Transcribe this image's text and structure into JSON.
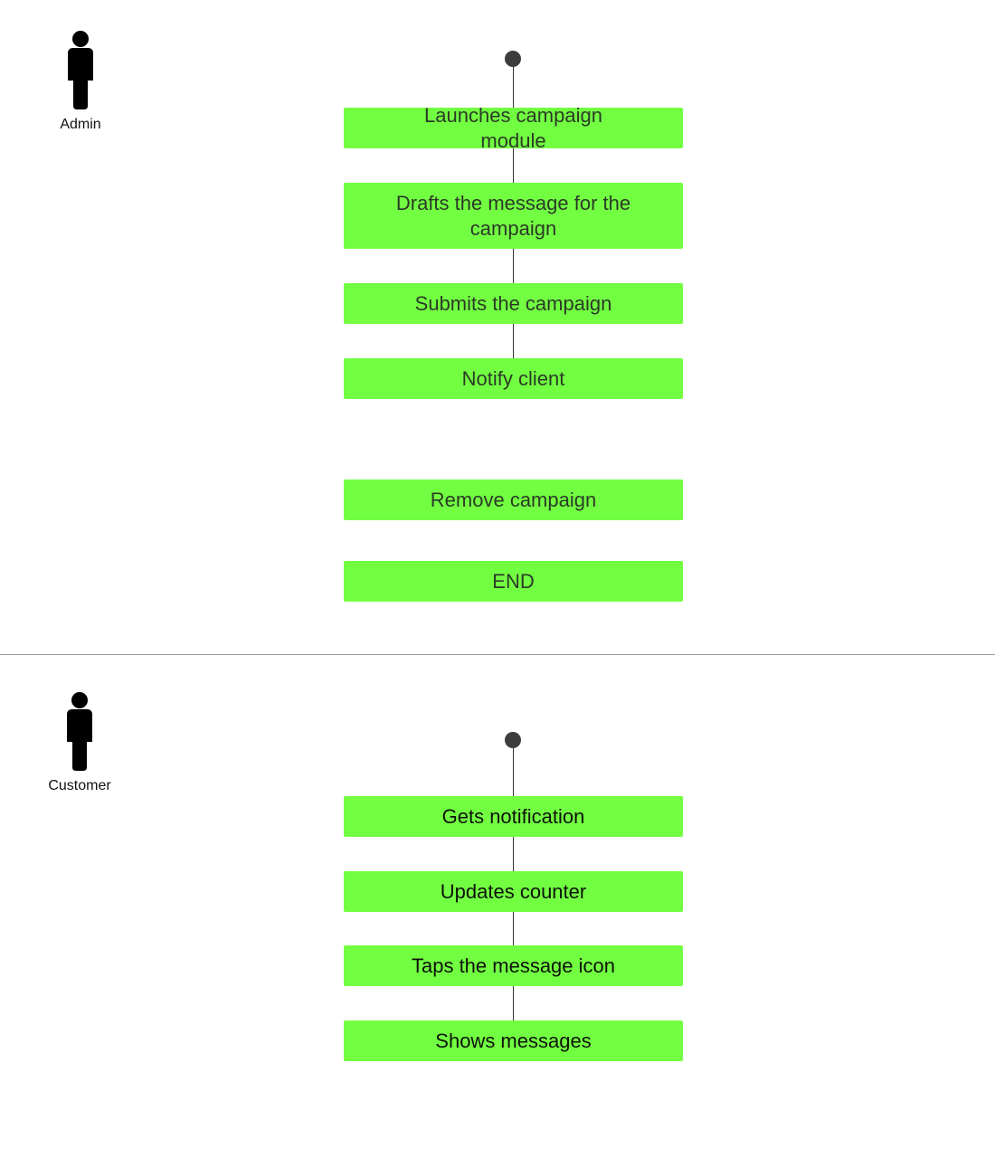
{
  "colors": {
    "step_fill": "#72ff42",
    "admin_step_text": "#2b3a26",
    "customer_step_text": "#0d1209",
    "node": "#3d3d3d",
    "connector": "#333333",
    "divider": "#9a9a9a",
    "actor_icon": "#000000"
  },
  "lanes": {
    "admin": {
      "actor_label": "Admin",
      "actor_icon": "person-icon",
      "steps": [
        "Launches campaign module",
        "Drafts the message for the campaign",
        "Submits the campaign",
        "Notify client",
        "Remove campaign",
        "END"
      ]
    },
    "customer": {
      "actor_label": "Customer",
      "actor_icon": "person-icon",
      "steps": [
        "Gets notification",
        "Updates counter",
        "Taps the message icon",
        "Shows messages"
      ]
    }
  }
}
